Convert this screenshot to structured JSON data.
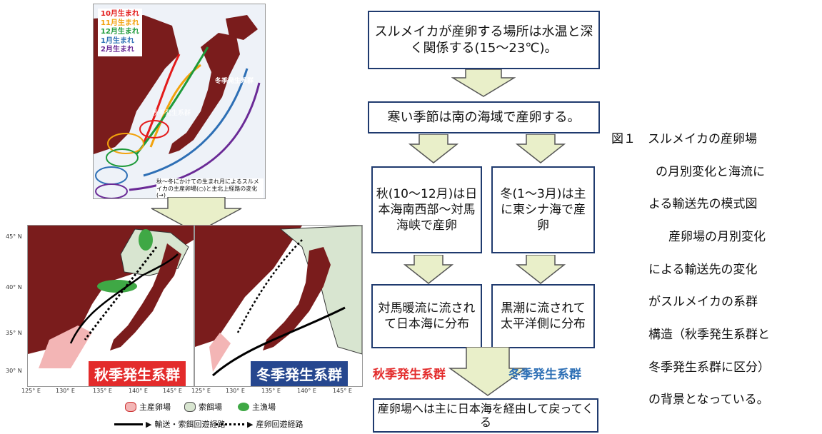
{
  "top_map": {
    "legend": [
      {
        "label": "10月生まれ",
        "color": "#e31b1b"
      },
      {
        "label": "11月生まれ",
        "color": "#f2a20c"
      },
      {
        "label": "12月生まれ",
        "color": "#1e9a3a"
      },
      {
        "label": "1月生まれ",
        "color": "#2d6fb5"
      },
      {
        "label": "2月生まれ",
        "color": "#6a2a96"
      }
    ],
    "winter_label": "冬季発生系群",
    "autumn_label": "秋季発生系群",
    "note": "秋～冬にかけての生まれ月によるスルメイカの主産卵場(○)と主北上経路の変化(→)"
  },
  "bottom_maps": {
    "autumn_tag": "秋季発生系群",
    "winter_tag": "冬季発生系群",
    "lat_ticks": [
      "45° N",
      "40° N",
      "35° N",
      "30° N"
    ],
    "lon_ticks": [
      "125° E",
      "130° E",
      "135° E",
      "140° E",
      "145° E"
    ]
  },
  "legend": {
    "spawning": "主産卵場",
    "feeding": "索餌場",
    "fishing": "主漁場",
    "transport": "輸送・索餌回遊経路",
    "spawn_route": "産卵回遊経路"
  },
  "flow": {
    "box1": "スルメイカが産卵する場所は水温と深く関係する(15～23℃)。",
    "box2": "寒い季節は南の海域で産卵する。",
    "box3": "秋(10～12月)は日本海南西部～対馬海峡で産卵",
    "box4": "冬(1～3月)は主に東シナ海で産卵",
    "box5": "対馬暖流に流されて日本海に分布",
    "box6": "黒潮に流されて太平洋側に分布",
    "label_autumn": "秋季発生系群",
    "label_winter": "冬季発生系群",
    "box7": "産卵場へは主に日本海を経由して戻ってくる"
  },
  "caption": {
    "lines": [
      "図１　スルメイカの産卵場",
      "の月別変化と海流に",
      "よる輸送先の模式図",
      "産卵場の月別変化",
      "による輸送先の変化",
      "がスルメイカの系群",
      "構造（秋季発生系群と",
      "冬季発生系群に区分）",
      "の背景となっている。"
    ]
  },
  "colors": {
    "arrow_fill": "#e9efc9",
    "land": "#7a1c1c",
    "box_border": "#1f3a6e"
  }
}
